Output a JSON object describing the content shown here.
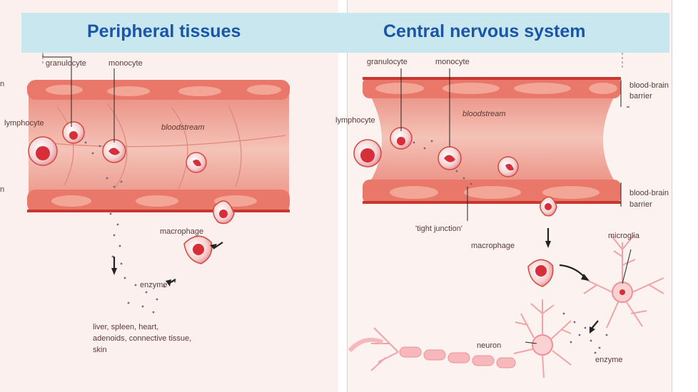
{
  "left_panel": {
    "title": "Peripheral tissues",
    "labels": {
      "granulocyte": "granulocyte",
      "monocyte": "monocyte",
      "lymphocyte": "lymphocyte",
      "bloodstream": "bloodstream",
      "macrophage": "macrophage",
      "enzyme": "enzyme",
      "tissues_line1": "liver, spleen, heart,",
      "tissues_line2": "adenoids, connective tissue,",
      "tissues_line3": "skin"
    },
    "edge_fragments": [
      "n",
      "n"
    ]
  },
  "right_panel": {
    "title": "Central nervous system",
    "labels": {
      "granulocyte": "granulocyte",
      "monocyte": "monocyte",
      "lymphocyte": "lymphocyte",
      "bloodstream": "bloodstream",
      "bbb_top_line1": "blood-brain",
      "bbb_top_line2": "barrier",
      "bbb_bottom_line1": "blood-brain",
      "bbb_bottom_line2": "barrier",
      "tight_junction": "'tight junction'",
      "macrophage": "macrophage",
      "microglia": "microglia",
      "neuron": "neuron",
      "enzyme": "enzyme"
    }
  },
  "colors": {
    "header_bg": "#c9e7ef",
    "title_text": "#1a55a6",
    "vessel_wall": "#e36a5c",
    "vessel_inner": "#f0a99c",
    "cell_red": "#d62f3a",
    "neuron_pink": "#f6b8bb"
  }
}
